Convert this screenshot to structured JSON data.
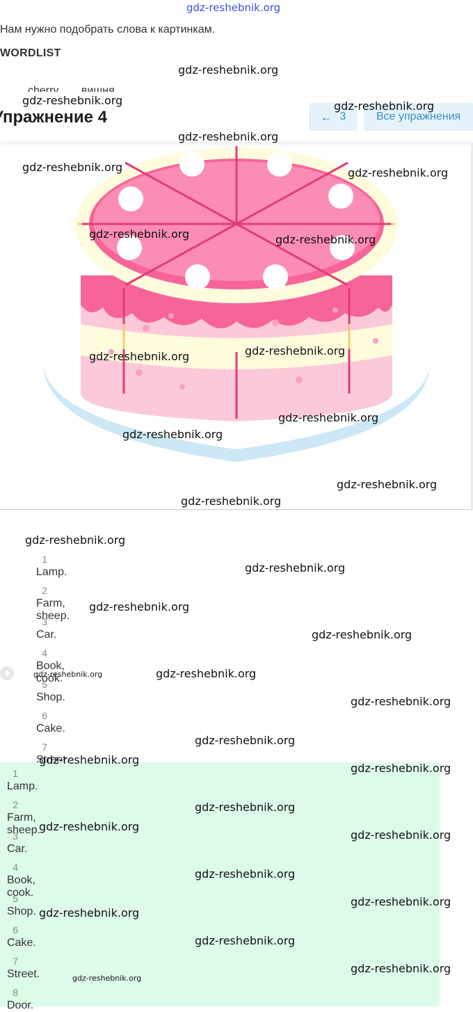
{
  "site_watermark": "gdz-reshebnik.org",
  "intro_text": "Нам нужно подобрать слова к картинкам.",
  "wordlist_label": "WORDLIST",
  "cut_words": [
    "cherry",
    "вишня"
  ],
  "header": {
    "title": "Упражнение 4",
    "prev_label": "3",
    "all_label": "Все упражнения"
  },
  "colors": {
    "button_bg": "#e4f3fa",
    "button_text": "#3b8fbf",
    "answer_bg": "#dcfbe8",
    "cake_pink": "#f67ea9"
  },
  "answers_first": [
    {
      "n": "1",
      "text": "Lamp."
    },
    {
      "n": "2",
      "text": "Farm, sheep."
    },
    {
      "n": "3",
      "text": "Car."
    },
    {
      "n": "4",
      "text": "Book, cook."
    },
    {
      "n": "5",
      "text": "Shop."
    },
    {
      "n": "6",
      "text": "Cake."
    },
    {
      "n": "7",
      "text": "Street."
    }
  ],
  "answers_second": [
    {
      "n": "1",
      "text": "Lamp."
    },
    {
      "n": "2",
      "text": "Farm, sheep."
    },
    {
      "n": "3",
      "text": "Car."
    },
    {
      "n": "4",
      "text": "Book, cook."
    },
    {
      "n": "5",
      "text": "Shop."
    },
    {
      "n": "6",
      "text": "Cake."
    },
    {
      "n": "7",
      "text": "Street."
    },
    {
      "n": "8",
      "text": "Door."
    }
  ]
}
